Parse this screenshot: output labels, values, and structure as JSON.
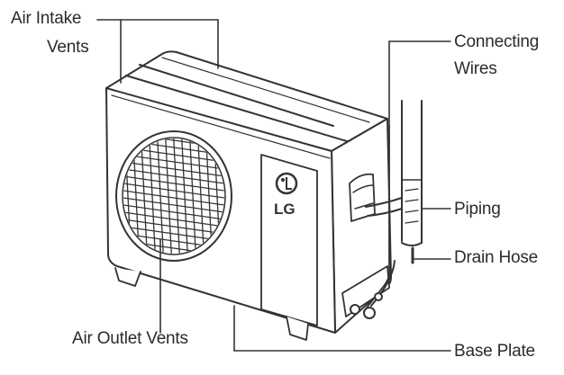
{
  "labels": {
    "air_intake": [
      "Air Intake",
      "Vents"
    ],
    "connecting": [
      "Connecting",
      "Wires"
    ],
    "piping": "Piping",
    "drain_hose": "Drain Hose",
    "air_outlet": "Air Outlet Vents",
    "base_plate": "Base Plate"
  },
  "brand": "LG",
  "colors": {
    "line": "#333333",
    "fill": "#ffffff",
    "text": "#2b2b2b"
  }
}
